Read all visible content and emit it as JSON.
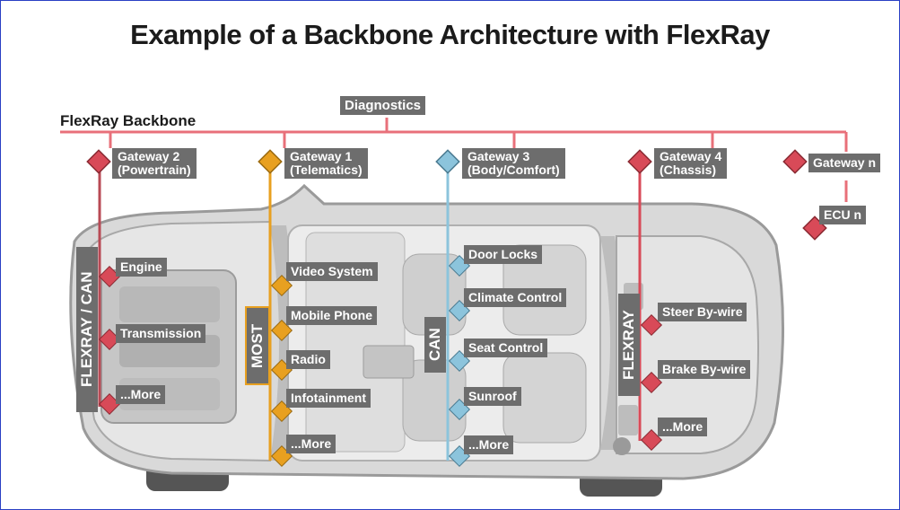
{
  "title": "Example of a Backbone Architecture with FlexRay",
  "backbone": {
    "label": "FlexRay Backbone",
    "diagnostics": "Diagnostics"
  },
  "gateways": {
    "g2": {
      "line1": "Gateway 2",
      "line2": "(Powertrain)"
    },
    "g1": {
      "line1": "Gateway 1",
      "line2": "(Telematics)"
    },
    "g3": {
      "line1": "Gateway 3",
      "line2": "(Body/Comfort)"
    },
    "g4": {
      "line1": "Gateway 4",
      "line2": "(Chassis)"
    },
    "gn": {
      "line1": "Gateway n"
    },
    "ecun": "ECU n"
  },
  "buses": {
    "flexray_can": "FLEXRAY / CAN",
    "most": "MOST",
    "can": "CAN",
    "flexray": "FLEXRAY"
  },
  "powertrain": [
    "Engine",
    "Transmission",
    "...More"
  ],
  "telematics": [
    "Video System",
    "Mobile Phone",
    "Radio",
    "Infotainment",
    "...More"
  ],
  "body": [
    "Door Locks",
    "Climate Control",
    "Seat Control",
    "Sunroof",
    "...More"
  ],
  "chassis": [
    "Steer By-wire",
    "Brake By-wire",
    "...More"
  ],
  "colors": {
    "backbone": "#e8707a",
    "powertrain": "#b84a55",
    "telematics": "#e8a020",
    "body": "#8cc4dc",
    "chassis": "#d84a58",
    "label_bg": "#6d6d6d",
    "car_body": "#dcdcdc"
  }
}
